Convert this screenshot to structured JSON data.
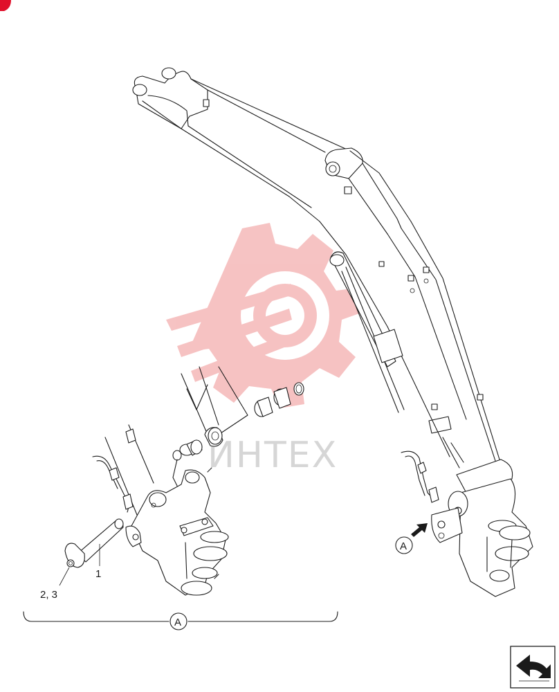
{
  "callouts": {
    "part_1": "1",
    "parts_2_3": "2, 3",
    "view_a_bottom": "A",
    "view_a_arrow": "A"
  },
  "watermark": {
    "text": "ИНТЕХ",
    "color": "#f3a0a0"
  },
  "colors": {
    "corner_mark": "#e0102a",
    "lines": "#1a1a1a"
  },
  "icons": {
    "nav_button": "return-arrow-icon",
    "corner_badge": "red-badge-icon"
  }
}
